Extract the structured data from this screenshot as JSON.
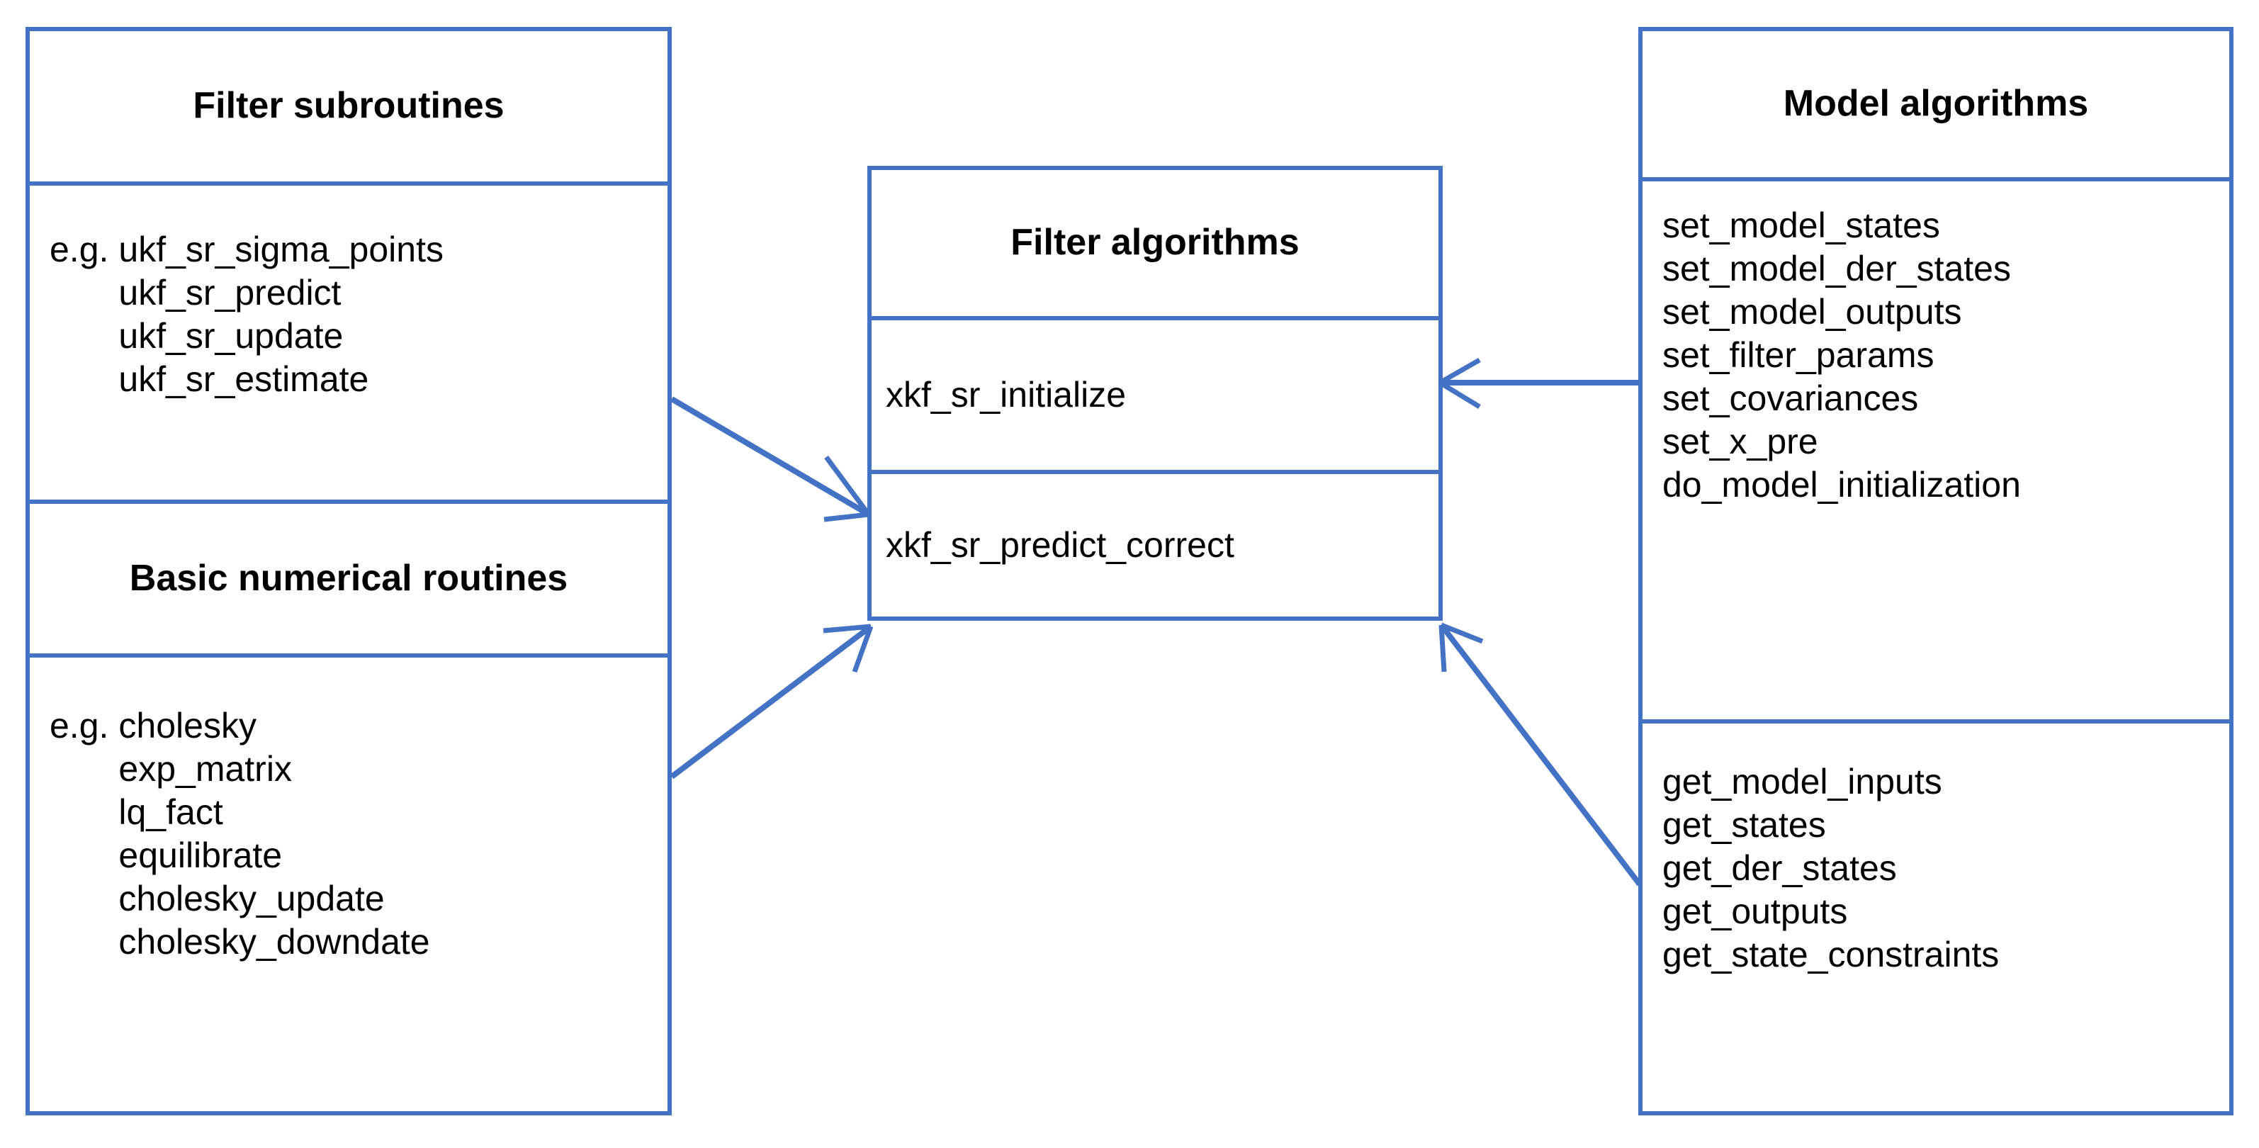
{
  "theme": {
    "accent": "#4472C4",
    "text": "#000000",
    "background": "#ffffff"
  },
  "boxes": {
    "filter_subroutines": {
      "title": "Filter subroutines",
      "eg_label": "e.g.",
      "items": [
        "ukf_sr_sigma_points",
        "ukf_sr_predict",
        "ukf_sr_update",
        "ukf_sr_estimate"
      ]
    },
    "basic_numerical_routines": {
      "title": "Basic numerical routines",
      "eg_label": "e.g.",
      "items": [
        "cholesky",
        "exp_matrix",
        "lq_fact",
        "equilibrate",
        "cholesky_update",
        "cholesky_downdate"
      ]
    },
    "filter_algorithms": {
      "title": "Filter algorithms",
      "items": [
        "xkf_sr_initialize",
        "xkf_sr_predict_correct"
      ]
    },
    "model_algorithms": {
      "title": "Model algorithms",
      "setters": [
        "set_model_states",
        "set_model_der_states",
        "set_model_outputs",
        "set_filter_params",
        "set_covariances",
        "set_x_pre",
        "do_model_initialization"
      ],
      "getters": [
        "get_model_inputs",
        "get_states",
        "get_der_states",
        "get_outputs",
        "get_state_constraints"
      ]
    }
  },
  "connectors": [
    {
      "name": "filter-subroutines-to-predict-correct",
      "from": "filter_subroutines",
      "to": "filter_algorithms.xkf_sr_predict_correct",
      "direction": "right-down"
    },
    {
      "name": "basic-numerical-routines-to-predict-correct",
      "from": "basic_numerical_routines",
      "to": "filter_algorithms.xkf_sr_predict_correct",
      "direction": "right-up"
    },
    {
      "name": "model-setters-to-initialize",
      "from": "model_algorithms.setters",
      "to": "filter_algorithms.xkf_sr_initialize",
      "direction": "left"
    },
    {
      "name": "model-getters-to-predict-correct",
      "from": "model_algorithms.getters",
      "to": "filter_algorithms.xkf_sr_predict_correct",
      "direction": "left-up"
    }
  ]
}
